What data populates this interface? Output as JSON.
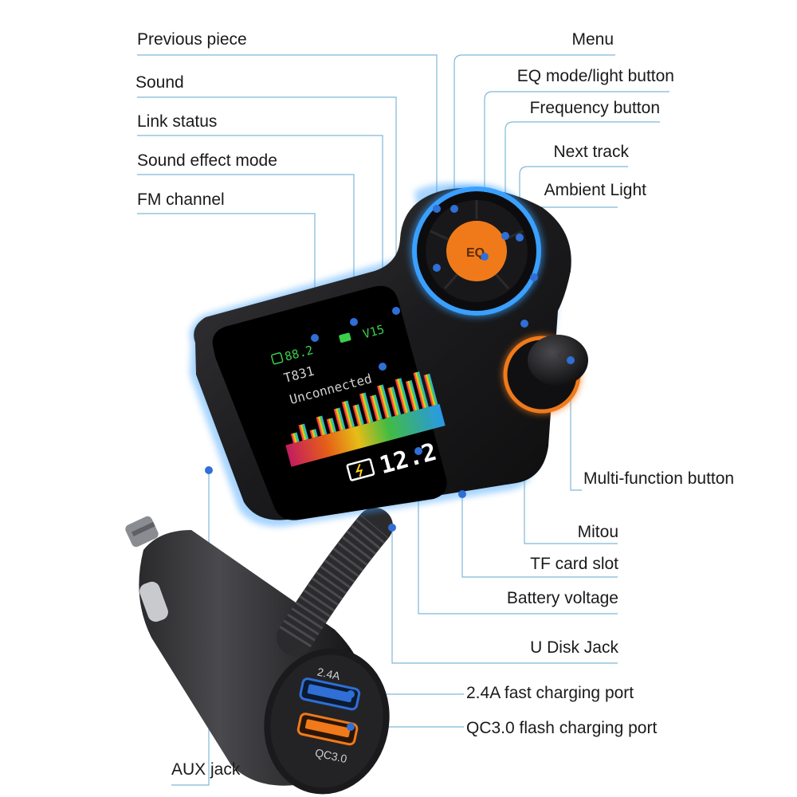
{
  "callouts_left": {
    "previous_piece": "Previous piece",
    "sound": "Sound",
    "link_status": "Link status",
    "sound_effect_mode": "Sound effect mode",
    "fm_channel": "FM channel",
    "aux_jack": "AUX jack"
  },
  "callouts_right": {
    "menu": "Menu",
    "eq_mode_light": "EQ mode/light button",
    "frequency": "Frequency button",
    "next_track": "Next track",
    "ambient_light": "Ambient Light",
    "multi_function": "Multi-function button",
    "mitou": "Mitou",
    "tf_card_slot": "TF card slot",
    "battery_voltage": "Battery voltage",
    "u_disk_jack": "U Disk Jack",
    "fast_charging_port": "2.4A fast charging port",
    "qc_flash_port": "QC3.0 flash charging port"
  },
  "display": {
    "fm_channel": "88.2",
    "volume": "V15",
    "model": "T831",
    "link_status": "Unconnected",
    "battery_voltage": "12.2"
  },
  "device": {
    "eq_button": "EQ",
    "usb_port_top": "2.4A",
    "usb_port_bottom": "QC3.0"
  },
  "colors": {
    "callout_line": "#7fb8d8",
    "accent_orange": "#f07a1a",
    "glow_blue": "#3aa0ff",
    "usb_blue": "#2f6fd6",
    "body_dark": "#1c1c1e"
  }
}
